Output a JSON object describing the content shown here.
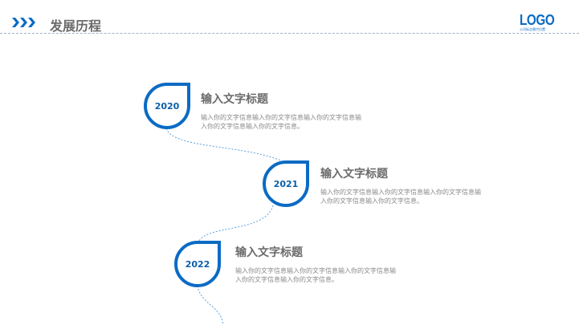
{
  "header": {
    "title": "发展历程",
    "logo": "LOGO",
    "logo_subtitle": "公司标志替代位置"
  },
  "items": [
    {
      "year": "2020",
      "title": "输入文字标题",
      "text": "输入你的文字信息输入你的文字信息输入你的文字信息输入你的文字信息输入你的文字信息。"
    },
    {
      "year": "2021",
      "title": "输入文字标题",
      "text": "输入你的文字信息输入你的文字信息输入你的文字信息输入你的文字信息输入你的文字信息。"
    },
    {
      "year": "2022",
      "title": "输入文字标题",
      "text": "输入你的文字信息输入你的文字信息输入你的文字信息输入你的文字信息输入你的文字信息。"
    }
  ],
  "colors": {
    "accent": "#0b6bc4"
  }
}
